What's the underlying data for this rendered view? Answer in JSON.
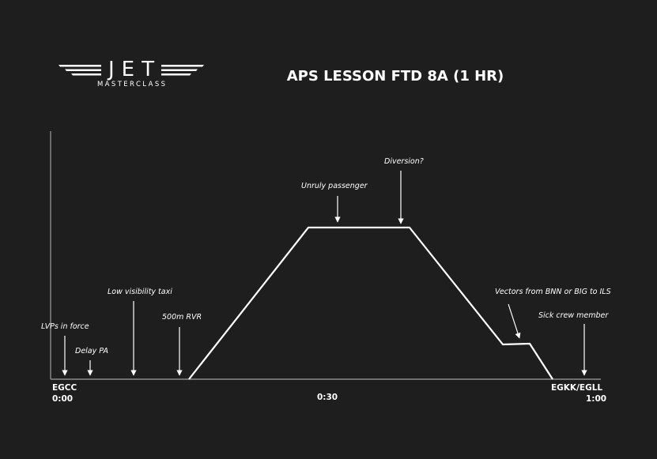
{
  "logo": {
    "word": "JET",
    "sub": "MASTERCLASS"
  },
  "title": "APS LESSON FTD 8A (1 HR)",
  "colors": {
    "background": "#1e1e1e",
    "foreground": "#ffffff",
    "axis": "#8c8c8c"
  },
  "annotations": {
    "lvps": "LVPs in force",
    "delay": "Delay PA",
    "low_vis": "Low visibility taxi",
    "rvr": "500m RVR",
    "unruly": "Unruly passenger",
    "diversion": "Diversion?",
    "vectors": "Vectors from BNN or BIG to ILS",
    "sick": "Sick crew member"
  },
  "axis": {
    "start_airport": "EGCC",
    "start_time": "0:00",
    "mid_time": "0:30",
    "end_airport": "EGKK/EGLL",
    "end_time": "1:00"
  }
}
